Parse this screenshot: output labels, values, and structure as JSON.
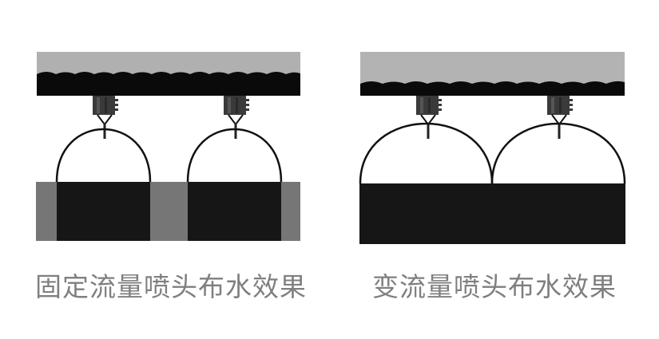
{
  "diagrams": [
    {
      "id": "fixed",
      "caption": "固定流量喷头布水效果",
      "colors": {
        "ceiling_light": "#b0b0b0",
        "ceiling_dark": "#0a0a0a",
        "nozzle": "#3a3a3a",
        "spray_line": "#111111",
        "coverage": "#161616",
        "uncovered": "#767676"
      }
    },
    {
      "id": "variable",
      "caption": "变流量喷头布水效果",
      "colors": {
        "ceiling_light": "#b3b3b3",
        "ceiling_dark": "#0a0a0a",
        "nozzle": "#3a3a3a",
        "spray_line": "#111111",
        "coverage": "#161616"
      }
    }
  ]
}
